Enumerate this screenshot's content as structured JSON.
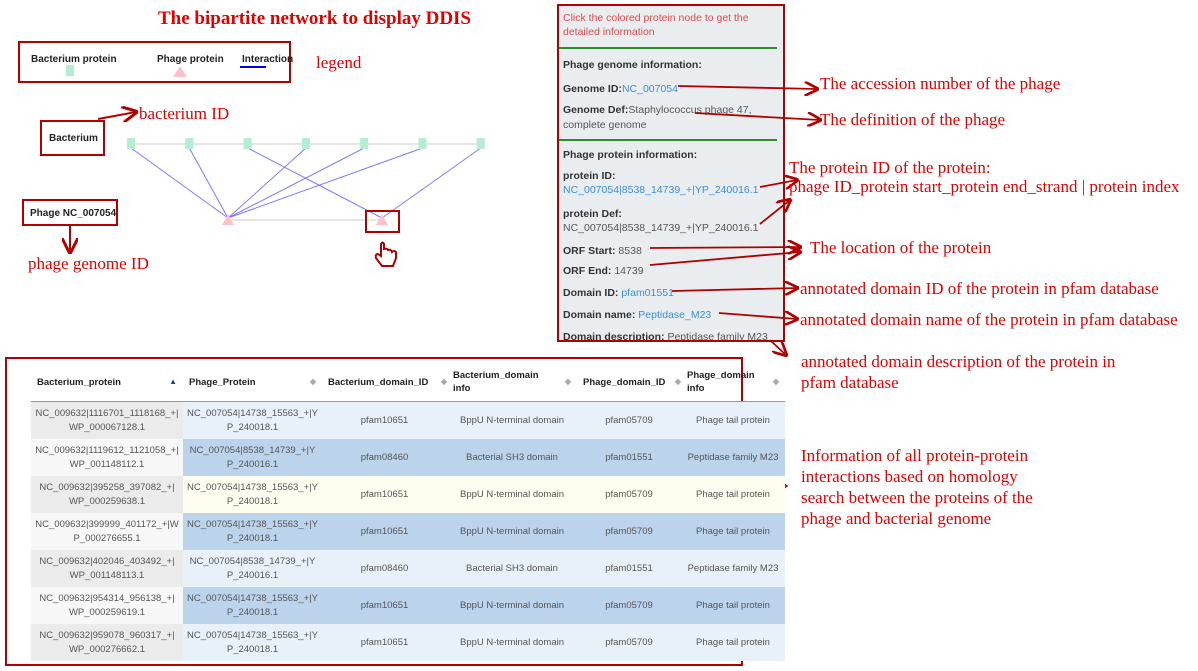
{
  "title": "The bipartite network to display DDIS",
  "legend": {
    "bacterium_label": "Bacterium protein",
    "phage_label": "Phage protein",
    "interaction_label": "Interaction",
    "annotation": "legend",
    "colors": {
      "bacterium": "#b4ecd4",
      "phage": "#ffc0cb",
      "interaction": "#0000ee"
    }
  },
  "network": {
    "bacterium_node_label": "Bacterium",
    "phage_node_label": "Phage NC_007054",
    "bacterium_nodes": 7,
    "phage_nodes": 2,
    "edges": [
      [
        0,
        0
      ],
      [
        1,
        0
      ],
      [
        2,
        1
      ],
      [
        3,
        0
      ],
      [
        4,
        0
      ],
      [
        5,
        0
      ],
      [
        6,
        1
      ]
    ],
    "edge_color": "#7b7bff",
    "annotations": {
      "bacterium_id": "bacterium ID",
      "phage_genome_id": "phage genome ID"
    }
  },
  "info_panel": {
    "hint": "Click the colored protein node to get the detailed information",
    "genome_section": "Phage genome information:",
    "genome_id_label": "Genome ID:",
    "genome_id": "NC_007054",
    "genome_def_label": "Genome Def:",
    "genome_def": "Staphylococcus phage 47, complete genome",
    "protein_section": "Phage protein information:",
    "protein_id_label": "protein ID:",
    "protein_id": "NC_007054|8538_14739_+|YP_240016.1",
    "protein_def_label": "protein Def:",
    "protein_def": "NC_007054|8538_14739_+|YP_240016.1",
    "orf_start_label": "ORF Start:",
    "orf_start": "8538",
    "orf_end_label": "ORF End:",
    "orf_end": "14739",
    "domain_id_label": "Domain ID:",
    "domain_id": "pfam01551",
    "domain_name_label": "Domain name:",
    "domain_name": "Peptidase_M23",
    "domain_desc_label": "Domain description:",
    "domain_desc": "Peptidase family M23"
  },
  "annotations": {
    "accession": "The accession number of the phage",
    "definition": "The definition of the phage",
    "protein_id_line1": "The protein ID of the protein:",
    "protein_id_line2": "phage ID_protein start_protein end_strand | protein index",
    "location": "The location of the protein",
    "domain_id": "annotated domain ID of the protein in pfam database",
    "domain_name": "annotated domain name of the protein in pfam database",
    "domain_desc_line1": "annotated domain description of the protein in",
    "domain_desc_line2": "pfam database",
    "table_line1": "Information of all protein-protein",
    "table_line2": "interactions based on homology",
    "table_line3": "search between the proteins of the",
    "table_line4": "phage and bacterial genome"
  },
  "table": {
    "headers": [
      "Bacterium_protein",
      "Phage_Protein",
      "Bacterium_domain_ID",
      "Bacterium_domain info",
      "Phage_domain_ID",
      "Phage_domain info"
    ],
    "rows": [
      [
        "NC_009632|1116701_1118168_+|WP_000067128.1",
        "NC_007054|14738_15563_+|YP_240018.1",
        "pfam10651",
        "BppU N-terminal domain",
        "pfam05709",
        "Phage tail protein"
      ],
      [
        "NC_009632|1119612_1121058_+|WP_001148112.1",
        "NC_007054|8538_14739_+|YP_240016.1",
        "pfam08460",
        "Bacterial SH3 domain",
        "pfam01551",
        "Peptidase family M23"
      ],
      [
        "NC_009632|395258_397082_+|WP_000259638.1",
        "NC_007054|14738_15563_+|YP_240018.1",
        "pfam10651",
        "BppU N-terminal domain",
        "pfam05709",
        "Phage tail protein"
      ],
      [
        "NC_009632|399999_401172_+|WP_000276655.1",
        "NC_007054|14738_15563_+|YP_240018.1",
        "pfam10651",
        "BppU N-terminal domain",
        "pfam05709",
        "Phage tail protein"
      ],
      [
        "NC_009632|402046_403492_+|WP_001148113.1",
        "NC_007054|8538_14739_+|YP_240016.1",
        "pfam08460",
        "Bacterial SH3 domain",
        "pfam01551",
        "Peptidase family M23"
      ],
      [
        "NC_009632|954314_956138_+|WP_000259619.1",
        "NC_007054|14738_15563_+|YP_240018.1",
        "pfam10651",
        "BppU N-terminal domain",
        "pfam05709",
        "Phage tail protein"
      ],
      [
        "NC_009632|959078_960317_+|WP_000276662.1",
        "NC_007054|14738_15563_+|YP_240018.1",
        "pfam10651",
        "BppU N-terminal domain",
        "pfam05709",
        "Phage tail protein"
      ]
    ],
    "row_colors": [
      "#e8f0fa",
      "#bcd3ec",
      "#fffdf0",
      "#bcd3ec",
      "#e8f0fa",
      "#bcd3ec",
      "#e8f0fa"
    ]
  }
}
